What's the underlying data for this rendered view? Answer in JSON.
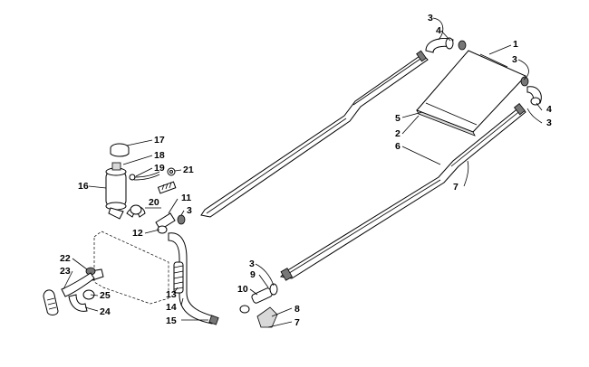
{
  "diagram": {
    "callouts": {
      "c1": "1",
      "c2": "2",
      "c3a": "3",
      "c3b": "3",
      "c3c": "3",
      "c3d": "3",
      "c3e": "3",
      "c4a": "4",
      "c4b": "4",
      "c5": "5",
      "c6": "6",
      "c7a": "7",
      "c7b": "7",
      "c8": "8",
      "c9": "9",
      "c10": "10",
      "c11": "11",
      "c12": "12",
      "c13": "13",
      "c14": "14",
      "c15": "15",
      "c16": "16",
      "c17": "17",
      "c18": "18",
      "c19": "19",
      "c20": "20",
      "c21": "21",
      "c22": "22",
      "c23": "23",
      "c24": "24",
      "c25": "25"
    }
  }
}
